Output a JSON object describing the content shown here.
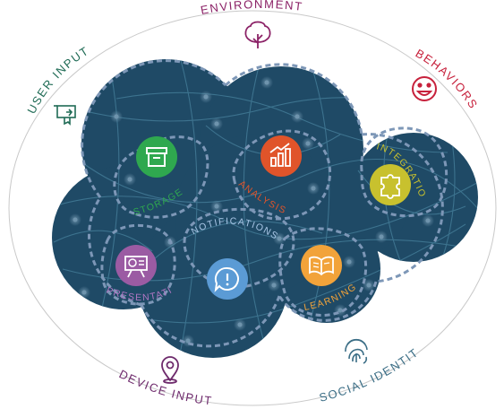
{
  "diagram": {
    "outer_labels": {
      "environment": "ENVIRONMENT",
      "user_input": "USER INPUT",
      "behaviors": "BEHAVIORS",
      "device_input": "DEVICE INPUT",
      "social_identity": "SOCIAL IDENTITY"
    },
    "modules": {
      "storage": "STORAGE",
      "analysis": "ANALYSIS",
      "integration": "INTEGRATION",
      "notifications": "NOTIFICATIONS",
      "presentation": "PRESENTATION",
      "learning": "LEARNING"
    },
    "icons": {
      "environment": "tree-icon",
      "user_input": "touchscreen-hand-icon",
      "behaviors": "smiley-face-icon",
      "device_input": "location-pin-icon",
      "social_identity": "fingerprint-icon",
      "storage": "archive-box-icon",
      "analysis": "bar-chart-trend-icon",
      "integration": "puzzle-piece-icon",
      "notifications": "alert-icon",
      "presentation": "presentation-board-icon",
      "learning": "open-book-icon"
    },
    "colors": {
      "cloud_fill": "#1f4a66",
      "cloud_border": "#7d97b7",
      "network_line": "#3f7591",
      "environment": "#8b2166",
      "user_input": "#1f6b55",
      "behaviors": "#c7213c",
      "device_input": "#6e2a6c",
      "social_identity": "#3b6e86",
      "storage": "#2fa84f",
      "analysis": "#e0542a",
      "integration": "#c8c12e",
      "notifications": "#5b9bd5",
      "presentation": "#9b5ba3",
      "learning": "#f2a33a"
    }
  }
}
